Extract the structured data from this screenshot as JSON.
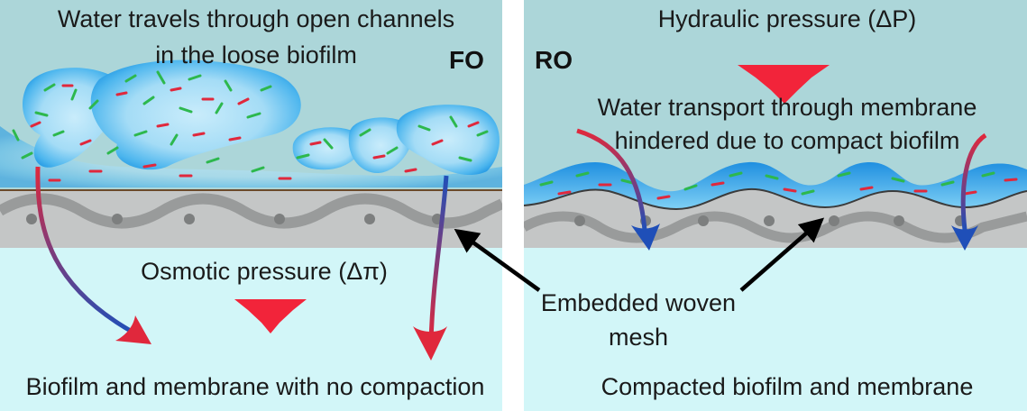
{
  "fo_panel": {
    "tag": "FO",
    "top_text_line1": "Water travels through open channels",
    "top_text_line2": "in the loose biofilm",
    "pressure_label": "Osmotic pressure (Δπ)",
    "bottom_caption": "Biofilm and membrane with no compaction"
  },
  "ro_panel": {
    "tag": "RO",
    "pressure_label": "Hydraulic pressure (ΔP)",
    "middle_text_line1": "Water transport through membrane",
    "middle_text_line2": "hindered due to compact biofilm",
    "bottom_caption": "Compacted biofilm and membrane"
  },
  "mesh_callout": {
    "line1": "Embedded woven",
    "line2": "mesh"
  },
  "colors": {
    "feed_side": "#acd6d9",
    "permeate_side": "#d2f6f8",
    "biofilm_blue": "#2a9fe8",
    "membrane_gray": "#c4c6c6",
    "pressure_arrow_red": "#f2243a",
    "bacteria_green": "#2db84d",
    "bacteria_red": "#e0283c",
    "flow_arrow_start": "#e0283c",
    "flow_arrow_end": "#1f4fb8"
  },
  "icons": [
    "pressure-arrow-icon",
    "water-flow-arrow-icon",
    "pointer-arrow-icon"
  ]
}
